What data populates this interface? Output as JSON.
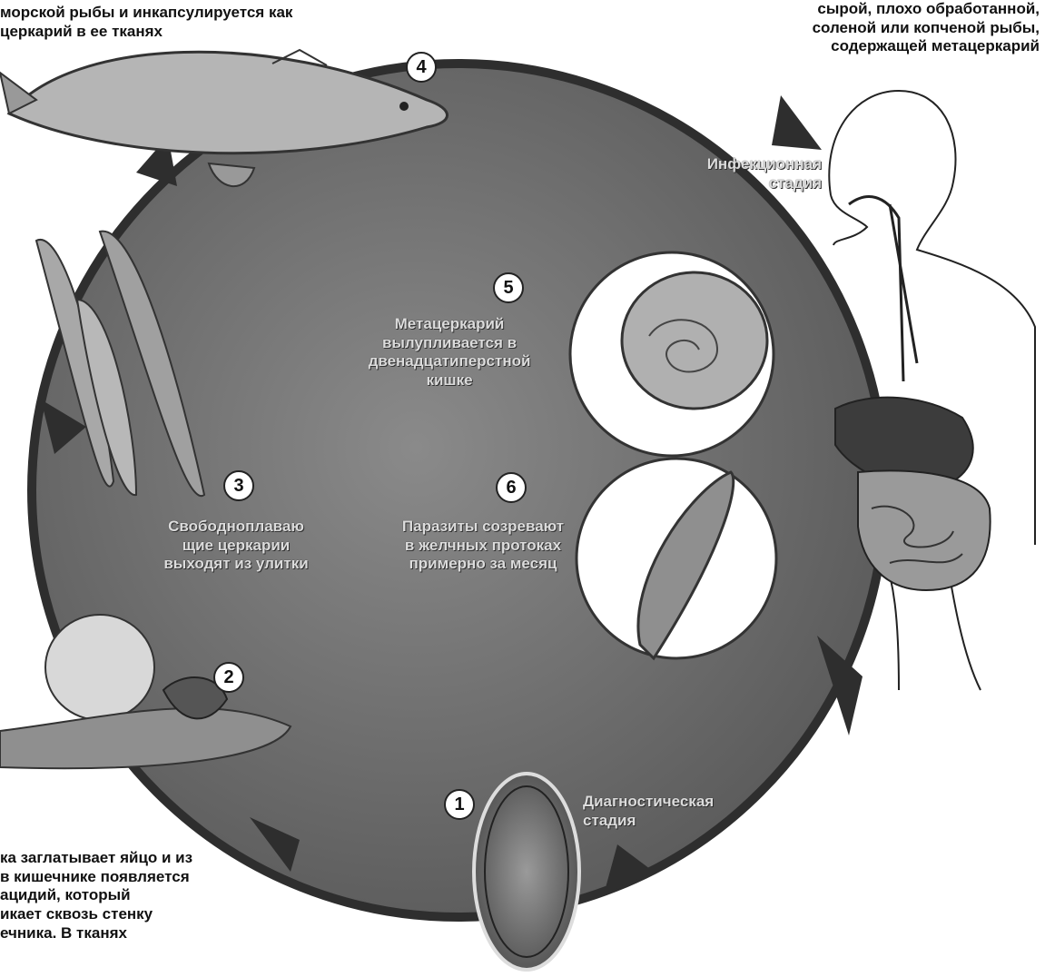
{
  "stages": [
    {
      "number": "1",
      "text": ""
    },
    {
      "number": "2",
      "text": ""
    },
    {
      "number": "3",
      "text": "Свободноплаваю\nщие церкарии\nвыходят из улитки"
    },
    {
      "number": "4",
      "text": ""
    },
    {
      "number": "5",
      "text": "Метацеркарий\nвылупливается в\nдвенадцатиперстной\nкишке"
    },
    {
      "number": "6",
      "text": "Паразиты созревают\nв желчных протоках\nпримерно за месяц"
    }
  ],
  "captions": {
    "top_left": "морской рыбы и инкапсулируется как\nцеркарий в ее тканях",
    "top_right": "сырой, плохо обработанной,\nсоленой или копченой рыбы,\nсодержащей метацеркарий",
    "bottom_left": "ка заглатывает яйцо и из\n в кишечнике появляется\nацидий, который\nикает сквозь стенку\nечника. В тканях",
    "infection_stage": "Инфекционная\nстадия",
    "diagnostic_stage": "Диагностическая\nстадия"
  }
}
